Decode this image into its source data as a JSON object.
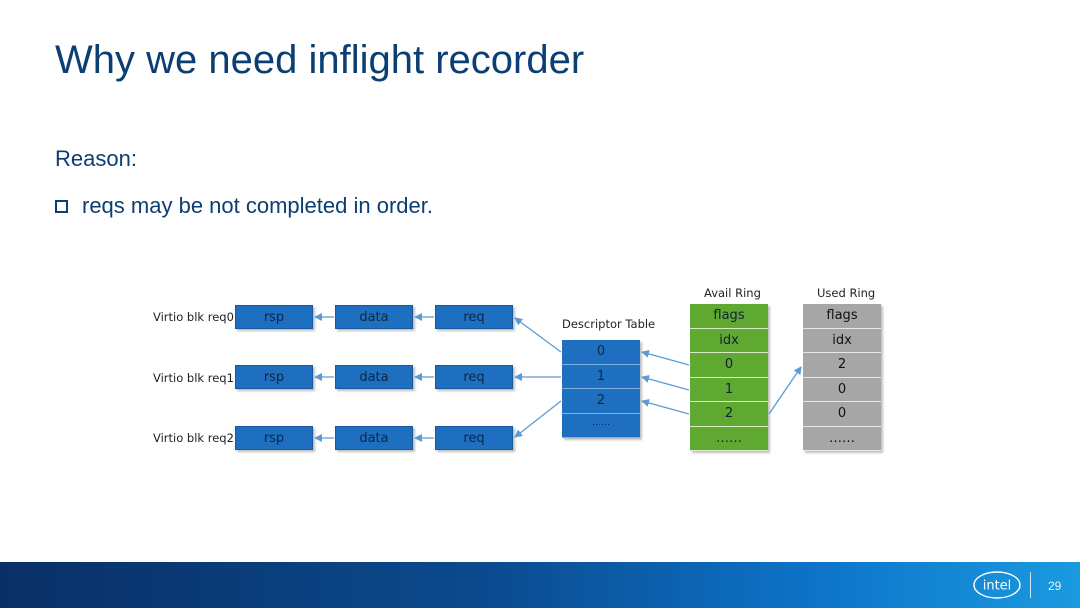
{
  "title": "Why we need inflight recorder",
  "reason_label": "Reason:",
  "bullet_text": "reqs may be not completed in order.",
  "diagram": {
    "requests": [
      {
        "label": "Virtio blk req0",
        "rsp": "rsp",
        "data": "data",
        "req": "req"
      },
      {
        "label": "Virtio blk req1",
        "rsp": "rsp",
        "data": "data",
        "req": "req"
      },
      {
        "label": "Virtio blk req2",
        "rsp": "rsp",
        "data": "data",
        "req": "req"
      }
    ],
    "descriptor_table": {
      "title": "Descriptor Table",
      "cells": [
        "0",
        "1",
        "2",
        "……"
      ]
    },
    "avail_ring": {
      "title": "Avail Ring",
      "cells": [
        "flags",
        "idx",
        "0",
        "1",
        "2",
        "……"
      ]
    },
    "used_ring": {
      "title": "Used Ring",
      "cells": [
        "flags",
        "idx",
        "2",
        "0",
        "0",
        "……"
      ]
    }
  },
  "footer": {
    "logo_text": "intel",
    "page_number": "29"
  },
  "colors": {
    "title": "#0b3e73",
    "box_blue": "#1e6fc0",
    "avail_green": "#5fa832",
    "used_gray": "#a6a6a6",
    "arrow": "#5b9bd5"
  }
}
